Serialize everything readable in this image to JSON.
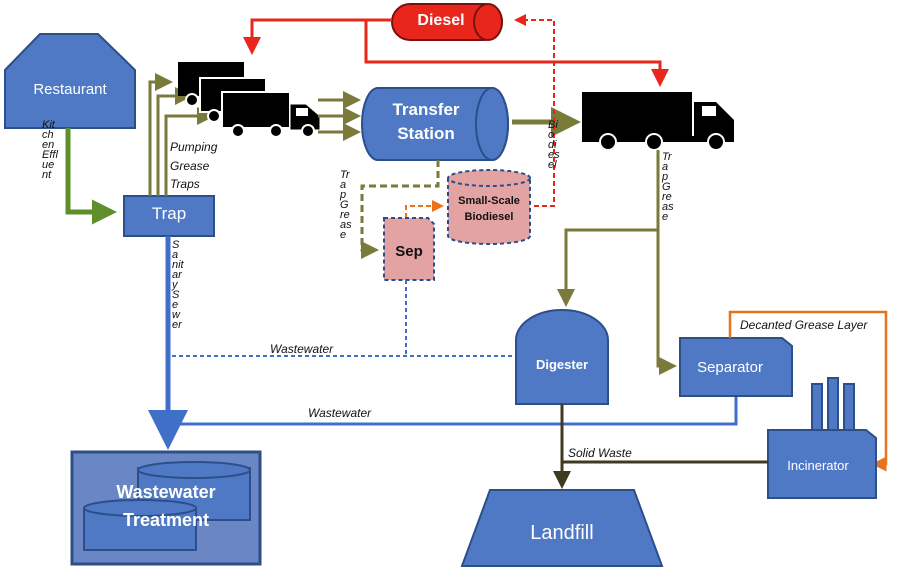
{
  "nodes": {
    "restaurant": "Restaurant",
    "diesel": "Diesel",
    "transfer_line1": "Transfer",
    "transfer_line2": "Station",
    "trap": "Trap",
    "small_scale_line1": "Small-Scale",
    "small_scale_line2": "Biodiesel",
    "sep": "Sep",
    "digester": "Digester",
    "separator": "Separator",
    "incinerator": "Incinerator",
    "wastewater_line1": "Wastewater",
    "wastewater_line2": "Treatment",
    "landfill": "Landfill"
  },
  "labels": {
    "kitchen_effluent": "Kitchen Effluent",
    "pumping_line1": "Pumping",
    "pumping_line2": "Grease",
    "pumping_line3": "Traps",
    "trap_grease_left": "Trap Grease",
    "biodiesel_vertical": "Biodiesel",
    "trap_grease_right": "Trap Grease",
    "sanitary_sewer": "Sanitary Sewer",
    "wastewater_upper": "Wastewater",
    "wastewater_lower": "Wastewater",
    "solid_waste": "Solid Waste",
    "decanted": "Decanted Grease Layer"
  },
  "colors": {
    "node_fill": "#4f79c4",
    "node_stroke": "#2c4f8a",
    "wastewater_line": "#3f6fc6",
    "grease_line": "#7a7a3a",
    "diesel_line": "#e8261c",
    "decanted_line": "#e8731c",
    "trap_inflow_arrow": "#5f8f2a",
    "tank_fill": "#e3a3a3",
    "solid_waste_line": "#403a20"
  }
}
